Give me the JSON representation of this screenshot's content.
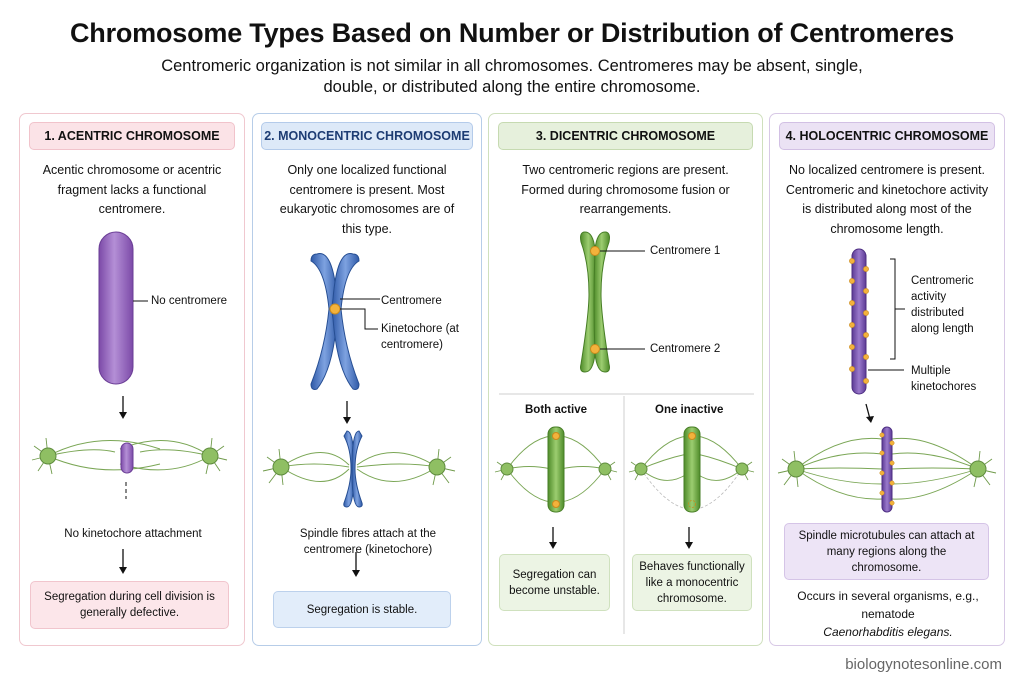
{
  "title": "Chromosome Types Based on Number or Distribution of Centromeres",
  "subtitle": "Centromeric organization is not similar in all chromosomes. Centromeres may be absent, single, double, or distributed along the entire chromosome.",
  "panels": {
    "acentric": {
      "heading": "1. ACENTRIC CHROMOSOME",
      "description": "Acentic chromosome or acentric fragment lacks a functional centromere.",
      "label_centromere": "No centromere",
      "label_attachment": "No kinetochore attachment",
      "result": "Segregation during cell division is generally defective."
    },
    "monocentric": {
      "heading": "2. MONOCENTRIC CHROMOSOME",
      "description": "Only one localized functional centromere is present. Most eukaryotic chromosomes are of this type.",
      "label_centromere": "Centromere",
      "label_kinetochore": "Kinetochore (at centromere)",
      "label_spindle": "Spindle fibres attach at the centromere (kinetochore)",
      "result": "Segregation is stable."
    },
    "dicentric": {
      "heading": "3. DICENTRIC CHROMOSOME",
      "description": "Two centromeric regions are present. Formed during chromosome fusion or rearrangements.",
      "label_centromere1": "Centromere 1",
      "label_centromere2": "Centromere 2",
      "case_active": "Both active",
      "case_inactive": "One inactive",
      "result_active": "Segregation can become unstable.",
      "result_inactive": "Behaves functionally like a monocentric chromosome."
    },
    "holocentric": {
      "heading": "4. HOLOCENTRIC CHROMOSOME",
      "description": "No localized centromere is present. Centromeric and kinetochore activity is distributed along most of the chromosome length.",
      "label_activity": "Centromeric activity distributed along length",
      "label_kinetochores": "Multiple kinetochores",
      "result": "Spindle microtubules can attach at many regions along the chromosome.",
      "note_line": "Occurs in several organisms, e.g., nematode",
      "note_species": "Caenorhabditis elegans."
    }
  },
  "watermark": "biologynotesonline.com",
  "colors": {
    "acentric": "#9b6bc0",
    "monocentric": "#4a74c4",
    "dicentric": "#6aa83f",
    "holocentric": "#7b56b0",
    "centromere": "#f3b23c",
    "spindle": "#7aa655"
  }
}
